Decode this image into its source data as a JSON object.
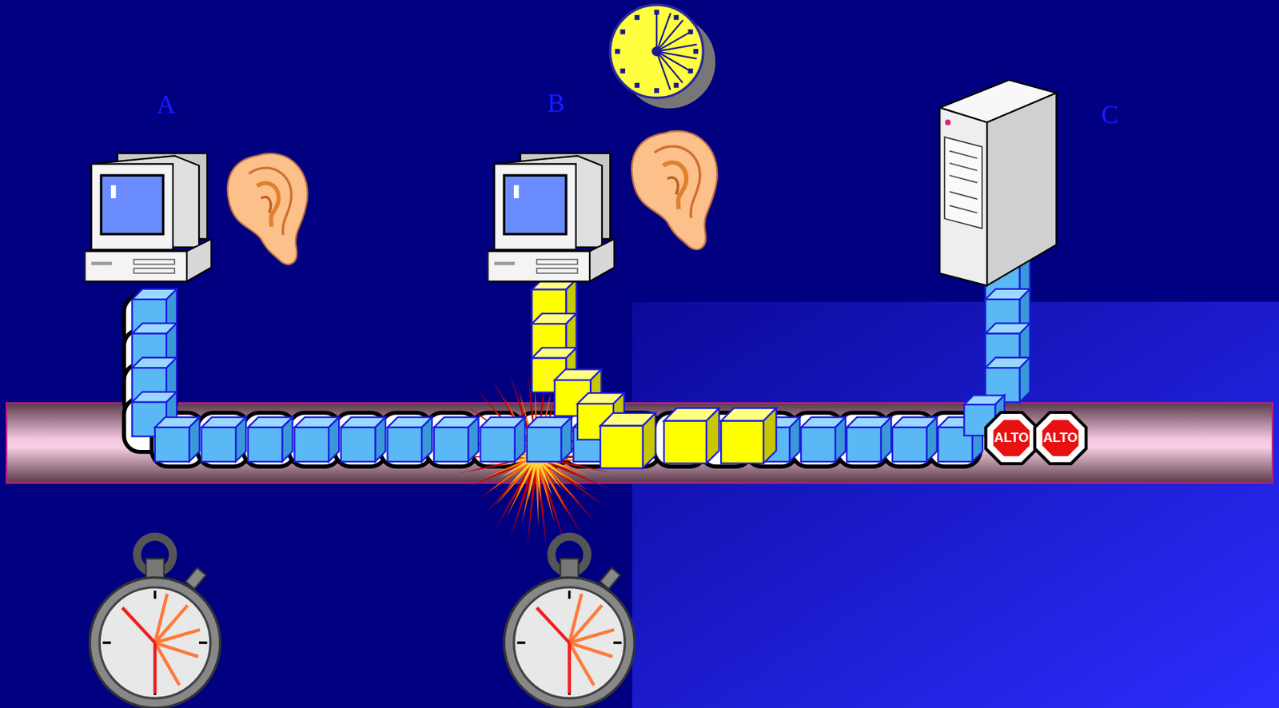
{
  "diagram": {
    "nodes": [
      {
        "text": [
          "ALTO"
        ]
      },
      {
        "text": [
          "ALTO"
        ]
      }
    ],
    "labels": [
      "A",
      "B",
      "C"
    ]
  }
}
